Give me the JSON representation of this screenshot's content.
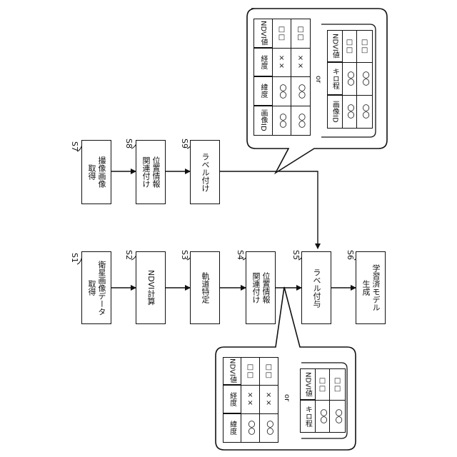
{
  "steps": {
    "s1": {
      "label": "S1",
      "text": "衛星画像データ\n取得"
    },
    "s2": {
      "label": "S2",
      "text": "NDVI計算"
    },
    "s3": {
      "label": "S3",
      "text": "軌道特定"
    },
    "s4": {
      "label": "S4",
      "text": "位置情報\n関連付け"
    },
    "s5": {
      "label": "S5",
      "text": "ラベル付与"
    },
    "s6": {
      "label": "S6",
      "text": "学習済モデル\n生成"
    },
    "s7": {
      "label": "S7",
      "text": "撮像画像\n取得"
    },
    "s8": {
      "label": "S8",
      "text": "位置情報\n関連付け"
    },
    "s9": {
      "label": "S9",
      "text": "ラベル付け"
    }
  },
  "connector_or": "or",
  "top_table_a": {
    "headers": [
      "画像ID",
      "緯度",
      "経度",
      "NDVI値"
    ],
    "rows": [
      [
        "〇〇",
        "〇〇",
        "××",
        "□□"
      ],
      [
        "〇〇",
        "〇〇",
        "××",
        "□□"
      ]
    ]
  },
  "top_table_b": {
    "headers": [
      "画像ID",
      "キロ程",
      "NDVI値"
    ],
    "rows": [
      [
        "〇〇",
        "〇〇",
        "□□"
      ],
      [
        "〇〇",
        "〇〇",
        "□□"
      ]
    ]
  },
  "bottom_table_a": {
    "headers": [
      "緯度",
      "経度",
      "NDVI値"
    ],
    "rows": [
      [
        "〇〇",
        "××",
        "□□"
      ],
      [
        "〇〇",
        "××",
        "□□"
      ]
    ]
  },
  "bottom_table_b": {
    "headers": [
      "キロ程",
      "NDVI値"
    ],
    "rows": [
      [
        "〇〇",
        "□□"
      ],
      [
        "〇〇",
        "□□"
      ]
    ]
  }
}
